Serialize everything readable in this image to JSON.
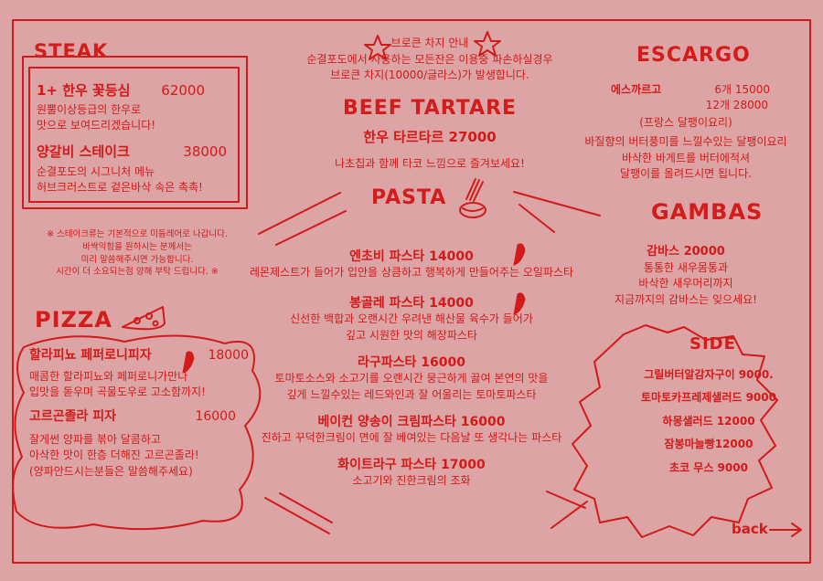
{
  "colors": {
    "background": "#dca4a4",
    "ink": "#d21a1a"
  },
  "steak": {
    "title": "STEAK",
    "item1_name": "1+ 한우 꽃등심",
    "item1_price": "62000",
    "item1_desc1": "원뿔이상등급의 한우로",
    "item1_desc2": "맛으로 보여드리겠습니다!",
    "item2_name": "양갈비 스테이크",
    "item2_price": "38000",
    "item2_desc1": "순결포도의 시그니처 메뉴",
    "item2_desc2": "허브크러스트로 겉은바삭 속은 촉촉!",
    "note1": "※ 스테이크류는 기본적으로 미듐레어로 나갑니다.",
    "note2": "바싹익힘을 원하시는 분께서는",
    "note3": "미리 말씀해주시면 가능합니다.",
    "note4": "시간이 더 소요되는점 양해 부탁 드립니다. ※"
  },
  "corkage": {
    "title": "브로큰 차지 안내",
    "line1": "순결포도에서 사용하는 모든잔은 이용중 파손하실경우",
    "line2": "브로큰 차지(10000/글라스)가 발생합니다."
  },
  "tartare": {
    "title": "BEEF TARTARE",
    "name": "한우 타르타르 27000",
    "desc": "나초칩과 함께 타코 느낌으로 즐겨보세요!"
  },
  "pasta": {
    "title": "PASTA",
    "items": [
      {
        "name": "엔초비 파스타 14000",
        "desc1": "레몬제스트가 들어가 입안을 상큼하고 행복하게 만들어주는 오일파스타",
        "desc2": ""
      },
      {
        "name": "봉골레 파스타 14000",
        "desc1": "신선한 백합과 오랜시간 우려낸 해산물 육수가 들어가",
        "desc2": "깊고 시원한 맛의 해장파스타"
      },
      {
        "name": "라구파스타 16000",
        "desc1": "토마토소스와 소고기를 오랜시간 뭉근하게 끓여 본연의 맛을",
        "desc2": "깊게 느낄수있는 레드와인과 잘 어울리는 토마토파스타"
      },
      {
        "name": "베이컨 양송이 크림파스타 16000",
        "desc1": "진하고  꾸덕한크림이 면에 잘 베여있는 다음날 또 생각나는 파스타",
        "desc2": ""
      },
      {
        "name": "화이트라구 파스타 17000",
        "desc1": "소고기와 진한크림의 조화",
        "desc2": ""
      }
    ]
  },
  "escargo": {
    "title": "ESCARGO",
    "name": "에스까르고",
    "price1": "6개 15000",
    "price2": "12개 28000",
    "origin": "(프랑스 달팽이요리)",
    "desc1": "바질향의 버터풍미를 느낄수있는 달팽이요리",
    "desc2": "바삭한 바게트를 버터에적셔",
    "desc3": "달팽이를 올려드시면 됩니다."
  },
  "gambas": {
    "title": "GAMBAS",
    "name": "감바스  20000",
    "desc1": "통통한 새우몸통과",
    "desc2": "바삭한 새우머리까지",
    "desc3": "지금까지의 감바스는 잊으세요!"
  },
  "pizza": {
    "title": "PIZZA",
    "item1_name": "할라피뇨 페퍼로니피자",
    "item1_price": "18000",
    "item1_desc1": "매콤한 할라피뇨와 페퍼로니가만나",
    "item1_desc2": "입맛을 돋우며 곡물도우로 고소함까지!",
    "item2_name": "고르곤졸라 피자",
    "item2_price": "16000",
    "item2_desc1": "잘게썬 양파를 볶아 달콤하고",
    "item2_desc2": "아삭한 맛이 한층 더해진 고르곤졸라!",
    "item2_desc3": "(양파안드시는분들은 말씀해주세요)"
  },
  "side": {
    "title": "SIDE",
    "items": [
      "그릴버터알감자구이 9000.",
      "토마토카프레제샐러드 9000",
      "하몽샐러드 12000",
      "잠봉마늘빵12000",
      "초코 무스 9000"
    ]
  },
  "nav": {
    "back_label": "back"
  }
}
